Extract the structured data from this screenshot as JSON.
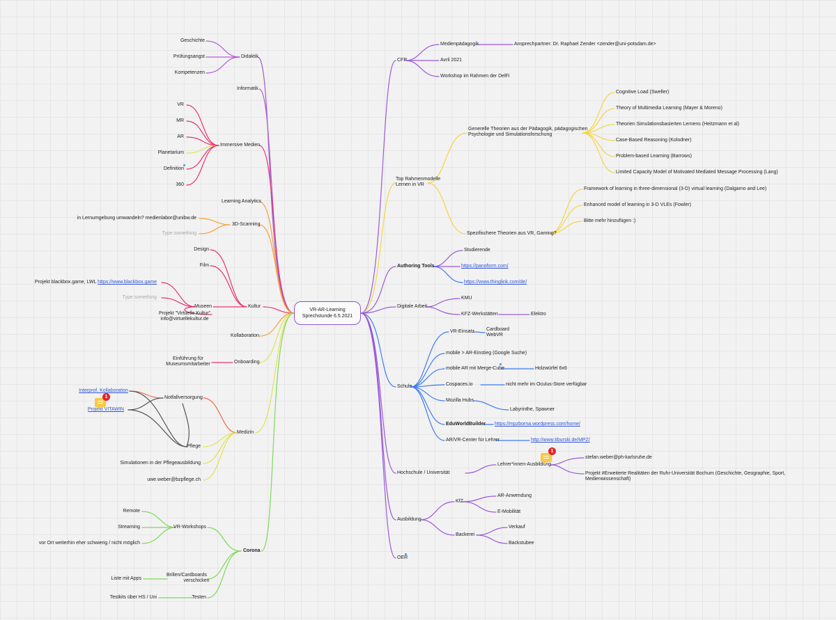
{
  "center": {
    "title": "VR-AR-Learning\nSprechstunde 6.5.2021"
  },
  "colors": {
    "purple": "#9b59d8",
    "pink": "#e8336e",
    "orange": "#f5a13a",
    "yellow": "#e0e352",
    "green": "#7ed957",
    "blue": "#3d7cf0",
    "yellow_right": "#f5d547",
    "gray": "#555555",
    "red_orange": "#f06b4a"
  },
  "left": {
    "didaktik": {
      "label": "Didaktik",
      "children": [
        "Geschichte",
        "Prüfungsangst",
        "Kompetenzen"
      ]
    },
    "informatik": {
      "label": "Informatik"
    },
    "immersive": {
      "label": "Immersive Medien",
      "children": [
        "VR",
        "MR",
        "AR",
        "Planetarium",
        "Definition",
        "360"
      ]
    },
    "learning_analytics": {
      "label": "Learning Analytics"
    },
    "scanning": {
      "label": "3D-Scanning",
      "children": [
        "in Lernumgebung umwandeln? medienlabor@unibw.de",
        "Type something"
      ]
    },
    "kultur": {
      "label": "Kultur",
      "children": [
        "Design",
        "Film",
        "Museen"
      ],
      "museen_children": [
        "Projekt blackbox.game, LWL",
        "https://www.blackbox.game",
        "Type something",
        "Projekt \"Virtuelle Kultur\"",
        "info@virtuellekultur.de"
      ]
    },
    "kollaboration": {
      "label": "Kollaboration"
    },
    "onboarding": {
      "label": "Onboarding",
      "children": [
        "Einführung für",
        "Museumsmitarbeiter"
      ]
    },
    "medizin": {
      "label": "Medizin",
      "children": [
        "Notfallversorgung",
        "Pflege",
        "Simulationen in der Pflegeausbildung",
        "uwe.weber@bzpflege.ch"
      ],
      "notfall_children": [
        "Interprof. Kollaboration",
        "Projekt VITAWIN"
      ]
    },
    "corona": {
      "label": "Corona",
      "children": [
        "VR-Workshops",
        "Brillen/Cardboards",
        "verschicken",
        "Testen"
      ],
      "workshop_children": [
        "Remote",
        "Streaming",
        "vor Ort weiterhin eher schwierig / nicht möglich"
      ],
      "brillen_children": [
        "Liste mit Apps"
      ],
      "testen_children": [
        "Testkits über HS / Uni"
      ]
    }
  },
  "right": {
    "cfp": {
      "label": "CFP",
      "children": [
        "Medienpädagogik",
        "Avril 2021",
        "Workshop im Rahmen der DelFi"
      ],
      "contact": "Ansprechpartner: Dr. Raphael Zender <zender@uni-potsdam.de>"
    },
    "rahmen": {
      "label": [
        "Top Rahmenmodelle",
        "Lernen in VR"
      ],
      "general": [
        "Generelle Theorien aus der Pädagogik, pädagogischen",
        "Psychologie und Simulationsforschung"
      ],
      "general_children": [
        "Cognitive Load (Sweller)",
        "Theory of Multimedia Learning (Mayer & Moreno)",
        "Theorien Simulationsbasierten Lernens (Heitzmann et al)",
        "Case-Based Reasoning (Kolodner)",
        "Problem-based Learning (Barrows)",
        "Limited Capacity Model of Motivated Mediated Message Processing (Lang)"
      ],
      "specific": "Spezifischere Theorien aus VR, Gaming?",
      "specific_children": [
        "Framework of learning in three-dimensional (3-D) virtual learning (Dalgarno and Lee)",
        "Enhanced model of learning in 3-D VLEs (Fowler)",
        "Bitte mehr hinzufügen :)"
      ]
    },
    "authoring": {
      "label": "Authoring Tools",
      "children": [
        "Studierende",
        "https://panoform.com/",
        "https://www.thinglink.com/de/"
      ]
    },
    "digitale": {
      "label": "Digitale Arbeit",
      "children": [
        "KMU",
        "KFZ-Werkstätten"
      ],
      "kfz_child": "Elektro"
    },
    "schule": {
      "label": "Schule",
      "children": [
        "VR-Einsatz",
        "mobile > AR-Einstieg (Google Suche)",
        "mobile AR mit Merge-Cube",
        "Cospaces.io",
        "Mozilla Hubs",
        "EduWorldBuilder",
        "AR/VR-Center für Lehrer"
      ],
      "vr_children": [
        "Cardboard",
        "WebVR"
      ],
      "merge_child": "Holzwürfel 6x6",
      "cospaces_child": "nicht mehr im Oculus-Store verfügbar",
      "mozilla_child": "Labyrinthe, Spawner",
      "edu_child": "https://mpzborna.wordpress.com/home/",
      "arvr_child": "http://www.tiburski.de/MPZ/"
    },
    "hochschule": {
      "label": "Hochschule / Universität",
      "child": "Lehrer*innen-Ausbildung",
      "grandchildren": [
        "stefan.weber@ph-karlsruhe.de",
        "Projekt #Erweiterte Realitäten der Ruhr-Universität Bochum (Geschichte, Geographie, Sport,",
        "Medienwissenschaft)"
      ]
    },
    "ausbildung": {
      "label": "Ausbildung",
      "children": [
        "KfZ",
        "Backerei"
      ],
      "kfz_children": [
        "AR-Anwendung",
        "E-Mobilität"
      ],
      "backerei_children": [
        "Verkauf",
        "Backstubee"
      ]
    },
    "oer": {
      "label": "OER"
    }
  },
  "comments": {
    "count_1": "1",
    "count_2": "1"
  }
}
